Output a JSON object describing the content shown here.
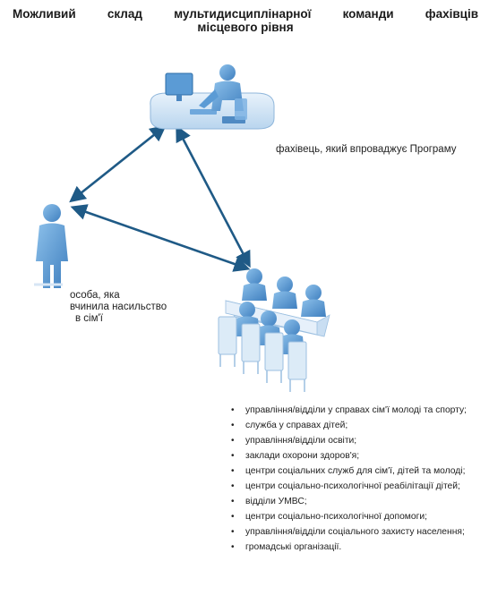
{
  "title": {
    "line1": "Можливий склад мультидисциплінарної команди фахівців",
    "line2": "місцевого рівня"
  },
  "nodes": {
    "specialist": "фахівець, який впроваджує Програму",
    "offender": {
      "line1": "особа, яка",
      "line2": "вчинила насильство",
      "line3": "в сім'ї"
    }
  },
  "members": [
    "управління/відділи у справах сім'ї молоді та спорту;",
    "служба у справах дітей;",
    "управління/відділи освіти;",
    "заклади охорони здоров'я;",
    "центри соціальних служб для сім'ї, дітей та молоді;",
    "центри соціально-психологічної реабілітації дітей;",
    "відділи УМВС;",
    "центри соціально-психологічної допомоги;",
    "управління/відділи соціального захисту населення;",
    "громадські організації."
  ],
  "colors": {
    "arrow": "#1f5a86",
    "figure": "#4a8fcb",
    "figure_light": "#a8cbe8",
    "furniture": "#dcebf7"
  }
}
